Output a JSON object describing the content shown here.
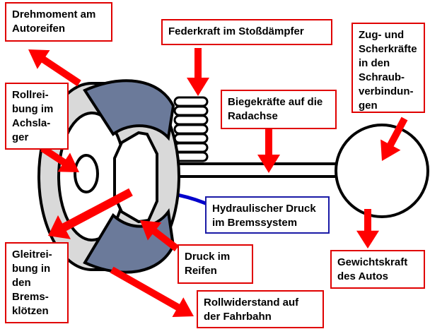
{
  "colors": {
    "arrow": "#ff0000",
    "label_border": "#e00000",
    "label_border_hydraulic": "#1a1aa6",
    "hydraulic_line": "#0000cc",
    "brake_pad": "#6b7a9a",
    "tire": "#d9d9d9",
    "outline": "#000000"
  },
  "labels": {
    "drehmoment": "Drehmoment am\nAutoreifen",
    "rollreibung": "Rollrei-\nbung im\nAchsla-\nger",
    "gleitreibung": "Gleitrei-\nbung in\nden\nBrems-\nklötzen",
    "federkraft": "Federkraft im Stoßdämpfer",
    "biegekraefte": "Biegekräfte auf die\nRadachse",
    "zug_scher": "Zug- und\nScherkräfte\nin den\nSchraub-\nverbindun-\ngen",
    "hydraulik": "Hydraulischer Druck\nim Bremssystem",
    "druck_reifen": "Druck im\nReifen",
    "gewichtskraft": "Gewichtskraft\ndes Autos",
    "rollwiderstand": "Rollwiderstand auf\nder Fahrbahn"
  }
}
